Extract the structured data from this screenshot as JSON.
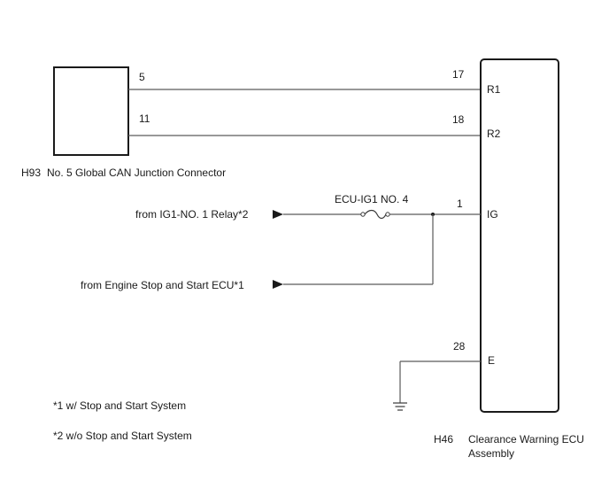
{
  "connector": {
    "code": "H93",
    "name": "No. 5 Global CAN Junction Connector",
    "pin_a": "5",
    "pin_b": "11"
  },
  "ecu": {
    "code": "H46",
    "name_line1": "Clearance Warning ECU",
    "name_line2": "Assembly",
    "pins": [
      {
        "number": "17",
        "terminal": "R1"
      },
      {
        "number": "18",
        "terminal": "R2"
      },
      {
        "number": "1",
        "terminal": "IG"
      },
      {
        "number": "28",
        "terminal": "E"
      }
    ]
  },
  "fuse": {
    "label": "ECU-IG1 NO. 4"
  },
  "sources": {
    "relay": "from IG1-NO. 1 Relay*2",
    "engine_ecu": "from Engine Stop and Start ECU*1"
  },
  "notes": [
    "*1 w/ Stop and Start System",
    "*2 w/o Stop and Start System"
  ]
}
